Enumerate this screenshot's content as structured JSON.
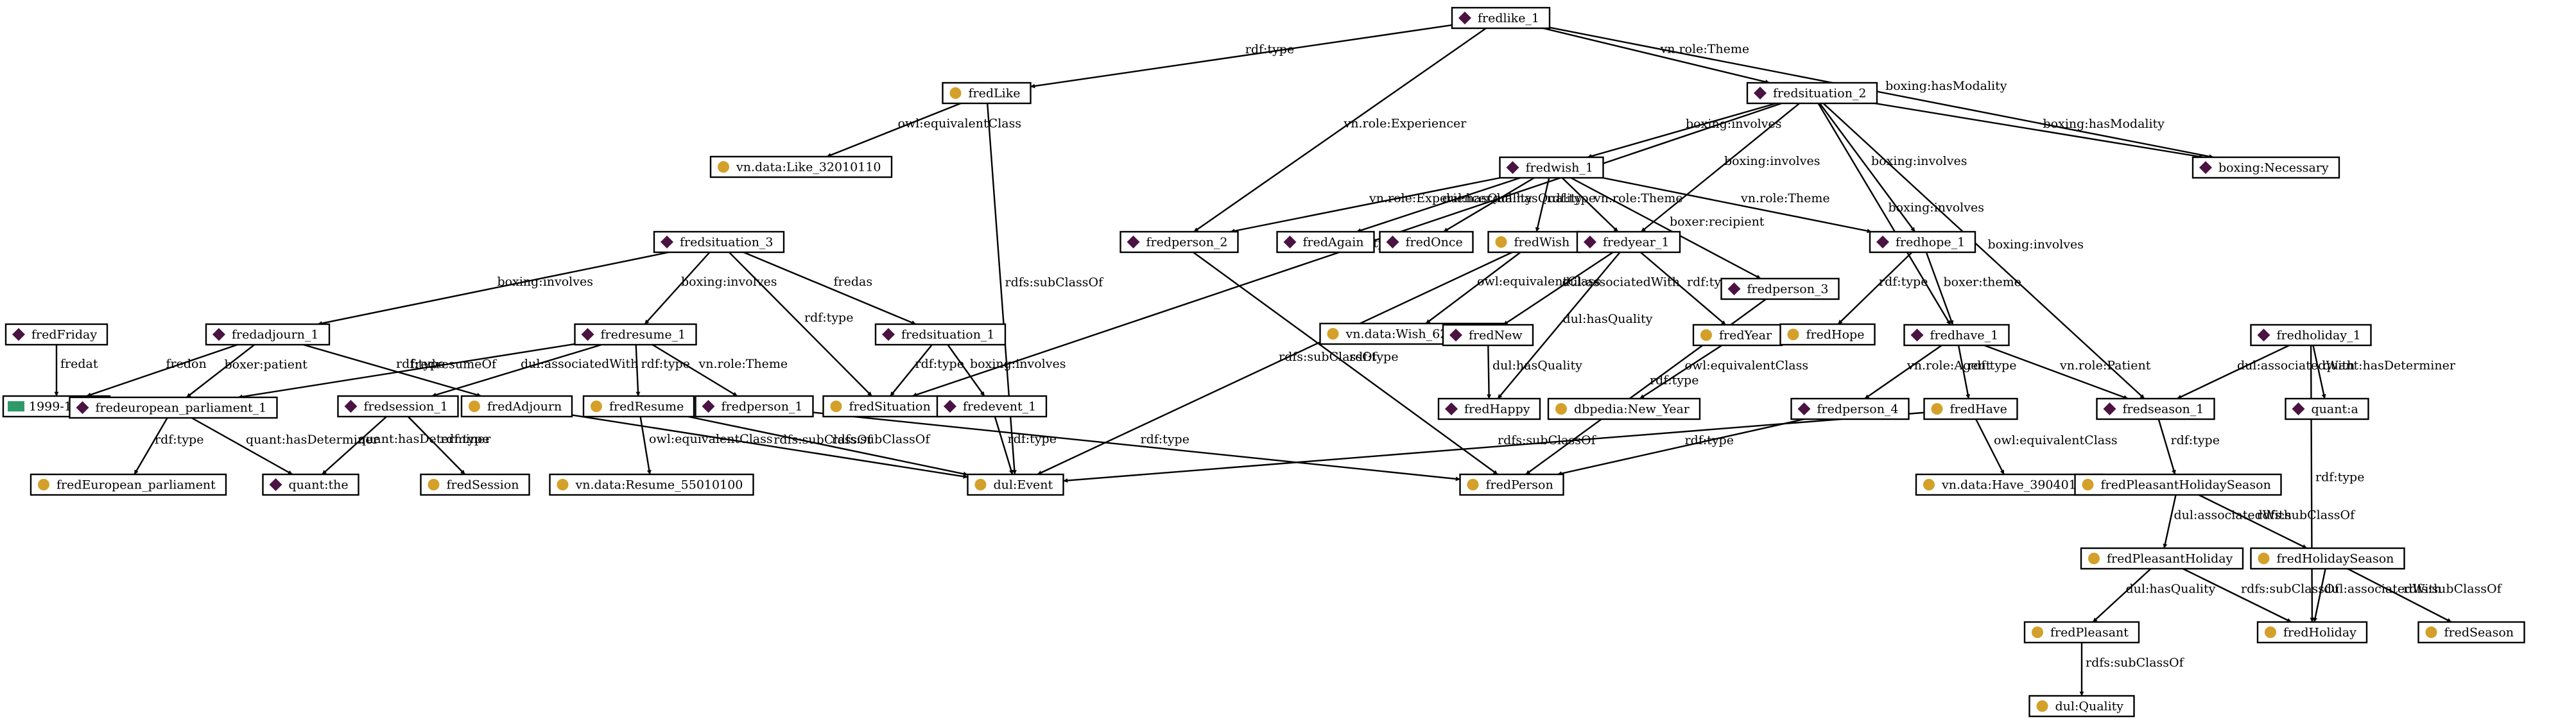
{
  "colors": {
    "individual_icon": "#4a1342",
    "class_icon": "#d4a02a",
    "datatype_icon": "#2e9a6a",
    "stroke": "#000000"
  },
  "icon_kinds": {
    "individual": "diamond-icon",
    "class": "circle-icon",
    "literal": "rectangle-icon"
  },
  "nodes": [
    {
      "id": "fredlike_1",
      "label": "fredlike_1",
      "kind": "individual"
    },
    {
      "id": "fredLike",
      "label": "fredLike",
      "kind": "class"
    },
    {
      "id": "fredsituation_2",
      "label": "fredsituation_2",
      "kind": "individual"
    },
    {
      "id": "like_vn",
      "label": "vn.data:Like_32010110",
      "kind": "class"
    },
    {
      "id": "fredwish_1",
      "label": "fredwish_1",
      "kind": "individual"
    },
    {
      "id": "boxing_necessary",
      "label": "boxing:Necessary",
      "kind": "individual"
    },
    {
      "id": "fredsituation_3",
      "label": "fredsituation_3",
      "kind": "individual"
    },
    {
      "id": "fredperson_2",
      "label": "fredperson_2",
      "kind": "individual"
    },
    {
      "id": "fredAgain",
      "label": "fredAgain",
      "kind": "individual"
    },
    {
      "id": "fredOnce",
      "label": "fredOnce",
      "kind": "individual"
    },
    {
      "id": "fredWish",
      "label": "fredWish",
      "kind": "class"
    },
    {
      "id": "fredyear_1",
      "label": "fredyear_1",
      "kind": "individual"
    },
    {
      "id": "fredhope_1",
      "label": "fredhope_1",
      "kind": "individual"
    },
    {
      "id": "fredperson_3",
      "label": "fredperson_3",
      "kind": "individual"
    },
    {
      "id": "fredFriday",
      "label": "fredFriday",
      "kind": "individual"
    },
    {
      "id": "fredadjourn_1",
      "label": "fredadjourn_1",
      "kind": "individual"
    },
    {
      "id": "fredresume_1",
      "label": "fredresume_1",
      "kind": "individual"
    },
    {
      "id": "fredsituation_1",
      "label": "fredsituation_1",
      "kind": "individual"
    },
    {
      "id": "wish_vn",
      "label": "vn.data:Wish_62000000",
      "kind": "class"
    },
    {
      "id": "fredNew",
      "label": "fredNew",
      "kind": "individual"
    },
    {
      "id": "fredYear",
      "label": "fredYear",
      "kind": "class"
    },
    {
      "id": "fredHope",
      "label": "fredHope",
      "kind": "class"
    },
    {
      "id": "fredhave_1",
      "label": "fredhave_1",
      "kind": "individual"
    },
    {
      "id": "fredholiday_1",
      "label": "fredholiday_1",
      "kind": "individual"
    },
    {
      "id": "date_1999",
      "label": "1999-12-17",
      "kind": "literal"
    },
    {
      "id": "fredeuropean_parliament_1",
      "label": "fredeuropean_parliament_1",
      "kind": "individual"
    },
    {
      "id": "fredsession_1",
      "label": "fredsession_1",
      "kind": "individual"
    },
    {
      "id": "fredAdjourn",
      "label": "fredAdjourn",
      "kind": "class"
    },
    {
      "id": "fredResume",
      "label": "fredResume",
      "kind": "class"
    },
    {
      "id": "fredperson_1",
      "label": "fredperson_1",
      "kind": "individual"
    },
    {
      "id": "fredSituation",
      "label": "fredSituation",
      "kind": "class"
    },
    {
      "id": "fredevent_1",
      "label": "fredevent_1",
      "kind": "individual"
    },
    {
      "id": "fredHappy",
      "label": "fredHappy",
      "kind": "individual"
    },
    {
      "id": "new_year",
      "label": "dbpedia:New_Year",
      "kind": "class"
    },
    {
      "id": "fredperson_4",
      "label": "fredperson_4",
      "kind": "individual"
    },
    {
      "id": "fredHave",
      "label": "fredHave",
      "kind": "class"
    },
    {
      "id": "fredseason_1",
      "label": "fredseason_1",
      "kind": "individual"
    },
    {
      "id": "quant_a",
      "label": "quant:a",
      "kind": "individual"
    },
    {
      "id": "fredEuropean_parliament",
      "label": "fredEuropean_parliament",
      "kind": "class"
    },
    {
      "id": "quant_the",
      "label": "quant:the",
      "kind": "individual"
    },
    {
      "id": "fredSession",
      "label": "fredSession",
      "kind": "class"
    },
    {
      "id": "resume_vn",
      "label": "vn.data:Resume_55010100",
      "kind": "class"
    },
    {
      "id": "dul_event",
      "label": "dul:Event",
      "kind": "class"
    },
    {
      "id": "fredPerson",
      "label": "fredPerson",
      "kind": "class"
    },
    {
      "id": "have_vn",
      "label": "vn.data:Have_39040100",
      "kind": "class"
    },
    {
      "id": "fredPleasantHolidaySeason",
      "label": "fredPleasantHolidaySeason",
      "kind": "class"
    },
    {
      "id": "fredPleasantHoliday",
      "label": "fredPleasantHoliday",
      "kind": "class"
    },
    {
      "id": "fredHolidaySeason",
      "label": "fredHolidaySeason",
      "kind": "class"
    },
    {
      "id": "fredPleasant",
      "label": "fredPleasant",
      "kind": "class"
    },
    {
      "id": "fredHoliday",
      "label": "fredHoliday",
      "kind": "class"
    },
    {
      "id": "fredSeason",
      "label": "fredSeason",
      "kind": "class"
    },
    {
      "id": "dul_quality",
      "label": "dul:Quality",
      "kind": "class"
    }
  ],
  "edges": [
    {
      "from": "fredlike_1",
      "to": "fredLike",
      "label": "rdf:type"
    },
    {
      "from": "fredlike_1",
      "to": "fredsituation_2",
      "label": "vn.role:Theme"
    },
    {
      "from": "fredlike_1",
      "to": "boxing_necessary",
      "label": "boxing:hasModality"
    },
    {
      "from": "fredlike_1",
      "to": "fredperson_2",
      "label": "vn.role:Experiencer"
    },
    {
      "from": "fredLike",
      "to": "like_vn",
      "label": "owl:equivalentClass"
    },
    {
      "from": "fredLike",
      "to": "dul_event",
      "label": "rdfs:subClassOf"
    },
    {
      "from": "fredsituation_2",
      "to": "fredSituation",
      "label": "rdf:type"
    },
    {
      "from": "fredsituation_2",
      "to": "fredwish_1",
      "label": "boxing:involves"
    },
    {
      "from": "fredsituation_2",
      "to": "boxing_necessary",
      "label": "boxing:hasModality"
    },
    {
      "from": "fredsituation_2",
      "to": "fredyear_1",
      "label": "boxing:involves"
    },
    {
      "from": "fredsituation_2",
      "to": "fredhope_1",
      "label": "boxing:involves"
    },
    {
      "from": "fredsituation_2",
      "to": "fredhave_1",
      "label": "boxing:involves"
    },
    {
      "from": "fredsituation_2",
      "to": "fredseason_1",
      "label": "boxing:involves"
    },
    {
      "from": "fredwish_1",
      "to": "fredperson_2",
      "label": "vn.role:Experiencer"
    },
    {
      "from": "fredwish_1",
      "to": "fredAgain",
      "label": "dul:hasQuality"
    },
    {
      "from": "fredwish_1",
      "to": "fredOnce",
      "label": "dul:hasQuality"
    },
    {
      "from": "fredwish_1",
      "to": "fredWish",
      "label": "rdf:type"
    },
    {
      "from": "fredwish_1",
      "to": "fredyear_1",
      "label": "vn.role:Theme"
    },
    {
      "from": "fredwish_1",
      "to": "fredperson_3",
      "label": "boxer:recipient"
    },
    {
      "from": "fredwish_1",
      "to": "fredhope_1",
      "label": "vn.role:Theme"
    },
    {
      "from": "fredperson_2",
      "to": "fredPerson",
      "label": "rdf:type"
    },
    {
      "from": "fredWish",
      "to": "wish_vn",
      "label": "owl:equivalentClass"
    },
    {
      "from": "fredWish",
      "to": "dul_event",
      "label": "rdfs:subClassOf"
    },
    {
      "from": "fredyear_1",
      "to": "fredNew",
      "label": "dul:associatedWith"
    },
    {
      "from": "fredyear_1",
      "to": "fredHappy",
      "label": "dul:hasQuality"
    },
    {
      "from": "fredyear_1",
      "to": "fredYear",
      "label": "rdf:type"
    },
    {
      "from": "fredperson_3",
      "to": "fredPerson",
      "label": "rdf:type"
    },
    {
      "from": "fredhope_1",
      "to": "fredHope",
      "label": "rdf:type"
    },
    {
      "from": "fredhope_1",
      "to": "fredhave_1",
      "label": "boxer:theme"
    },
    {
      "from": "fredNew",
      "to": "fredHappy",
      "label": "dul:hasQuality"
    },
    {
      "from": "fredYear",
      "to": "new_year",
      "label": "owl:equivalentClass"
    },
    {
      "from": "fredsituation_3",
      "to": "fredadjourn_1",
      "label": "boxing:involves"
    },
    {
      "from": "fredsituation_3",
      "to": "fredresume_1",
      "label": "boxing:involves"
    },
    {
      "from": "fredsituation_3",
      "to": "fredSituation",
      "label": "rdf:type"
    },
    {
      "from": "fredsituation_3",
      "to": "fredsituation_1",
      "label": "fredas"
    },
    {
      "from": "fredFriday",
      "to": "date_1999",
      "label": "fredat"
    },
    {
      "from": "fredadjourn_1",
      "to": "date_1999",
      "label": "fredon"
    },
    {
      "from": "fredadjourn_1",
      "to": "fredeuropean_parliament_1",
      "label": "boxer:patient"
    },
    {
      "from": "fredadjourn_1",
      "to": "fredAdjourn",
      "label": "rdf:type"
    },
    {
      "from": "fredresume_1",
      "to": "fredeuropean_parliament_1",
      "label": "fredresumeOf"
    },
    {
      "from": "fredresume_1",
      "to": "fredsession_1",
      "label": "dul:associatedWith"
    },
    {
      "from": "fredresume_1",
      "to": "fredResume",
      "label": "rdf:type"
    },
    {
      "from": "fredresume_1",
      "to": "fredperson_1",
      "label": "vn.role:Theme"
    },
    {
      "from": "fredsituation_1",
      "to": "fredSituation",
      "label": "rdf:type"
    },
    {
      "from": "fredsituation_1",
      "to": "fredevent_1",
      "label": "boxing:involves"
    },
    {
      "from": "fredeuropean_parliament_1",
      "to": "fredEuropean_parliament",
      "label": "rdf:type"
    },
    {
      "from": "fredeuropean_parliament_1",
      "to": "quant_the",
      "label": "quant:hasDeterminer"
    },
    {
      "from": "fredsession_1",
      "to": "quant_the",
      "label": "quant:hasDeterminer"
    },
    {
      "from": "fredsession_1",
      "to": "fredSession",
      "label": "rdf:type"
    },
    {
      "from": "fredAdjourn",
      "to": "dul_event",
      "label": "rdfs:subClassOf"
    },
    {
      "from": "fredResume",
      "to": "resume_vn",
      "label": "owl:equivalentClass"
    },
    {
      "from": "fredResume",
      "to": "dul_event",
      "label": "rdfs:subClassOf"
    },
    {
      "from": "fredperson_1",
      "to": "fredPerson",
      "label": "rdf:type"
    },
    {
      "from": "fredevent_1",
      "to": "dul_event",
      "label": "rdf:type"
    },
    {
      "from": "fredhave_1",
      "to": "fredperson_4",
      "label": "vn.role:Agent"
    },
    {
      "from": "fredhave_1",
      "to": "fredHave",
      "label": "rdf:type"
    },
    {
      "from": "fredhave_1",
      "to": "fredseason_1",
      "label": "vn.role:Patient"
    },
    {
      "from": "fredperson_4",
      "to": "fredPerson",
      "label": "rdf:type"
    },
    {
      "from": "fredHave",
      "to": "dul_event",
      "label": "rdfs:subClassOf"
    },
    {
      "from": "fredHave",
      "to": "have_vn",
      "label": "owl:equivalentClass"
    },
    {
      "from": "fredholiday_1",
      "to": "fredseason_1",
      "label": "dul:associatedWith"
    },
    {
      "from": "fredholiday_1",
      "to": "quant_a",
      "label": "quant:hasDeterminer"
    },
    {
      "from": "fredholiday_1",
      "to": "fredHoliday",
      "label": "rdf:type"
    },
    {
      "from": "fredseason_1",
      "to": "fredPleasantHolidaySeason",
      "label": "rdf:type"
    },
    {
      "from": "fredPleasantHolidaySeason",
      "to": "fredPleasantHoliday",
      "label": "dul:associatedWith"
    },
    {
      "from": "fredPleasantHolidaySeason",
      "to": "fredHolidaySeason",
      "label": "rdfs:subClassOf"
    },
    {
      "from": "fredPleasantHoliday",
      "to": "fredPleasant",
      "label": "dul:hasQuality"
    },
    {
      "from": "fredPleasantHoliday",
      "to": "fredHoliday",
      "label": "rdfs:subClassOf"
    },
    {
      "from": "fredHolidaySeason",
      "to": "fredHoliday",
      "label": "dul:associatedWith"
    },
    {
      "from": "fredHolidaySeason",
      "to": "fredSeason",
      "label": "rdfs:subClassOf"
    },
    {
      "from": "fredPleasant",
      "to": "dul_quality",
      "label": "rdfs:subClassOf"
    }
  ]
}
